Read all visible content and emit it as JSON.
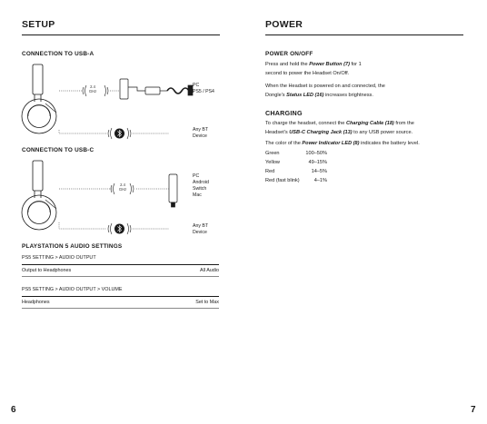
{
  "left": {
    "title": "SETUP",
    "usb_a": {
      "heading": "CONNECTION TO USB-A",
      "freq": [
        "2.4",
        "GHz"
      ],
      "device_label": [
        "PC",
        "PS5 / PS4"
      ],
      "bt_label": [
        "Any BT",
        "Device"
      ]
    },
    "usb_c": {
      "heading": "CONNECTION TO USB-C",
      "freq": [
        "2.4",
        "GHz"
      ],
      "device_label": [
        "PC",
        "Android",
        "Switch",
        "Mac"
      ],
      "bt_label": [
        "Any BT",
        "Device"
      ]
    },
    "ps5": {
      "heading": "PLAYSTATION 5 AUDIO SETTINGS",
      "path1": "PS5 SETTING > AUDIO OUTPUT",
      "row1": {
        "label": "Output to Headphones",
        "value": "All Audio"
      },
      "path2": "PS5 SETTING > AUDIO OUTPUT > VOLUME",
      "row2": {
        "label": "Headphones",
        "value": "Set to Max"
      }
    },
    "page_number": "6"
  },
  "right": {
    "title": "POWER",
    "power": {
      "heading": "POWER ON/OFF",
      "line1_pre": "Press and hold the ",
      "line1_bold": "Power Button (7)",
      "line1_post": " for 1",
      "line2": "second to power the Headset On/Off.",
      "line3": "When the Headset is powered on and connected, the",
      "line4_pre": "Dongle's ",
      "line4_bold": "Status LED (16)",
      "line4_post": " increases brightness."
    },
    "charging": {
      "heading": "CHARGING",
      "line1_pre": "To charge the headset, connect the ",
      "line1_bold": "Charging Cable (18)",
      "line1_post": " from the",
      "line2_pre": "Headset's ",
      "line2_bold": "USB-C Charging Jack (13)",
      "line2_post": " to any USB power source.",
      "line3_pre": "The color of the ",
      "line3_bold": "Power Indicator LED (8)",
      "line3_post": " indicates the battery level.",
      "levels": [
        {
          "color": "Green",
          "range": "100–50%"
        },
        {
          "color": "Yellow",
          "range": "49–15%"
        },
        {
          "color": "Red",
          "range": "14–5%"
        },
        {
          "color": "Red (fast blink)",
          "range": "4–1%"
        }
      ]
    },
    "page_number": "7"
  }
}
